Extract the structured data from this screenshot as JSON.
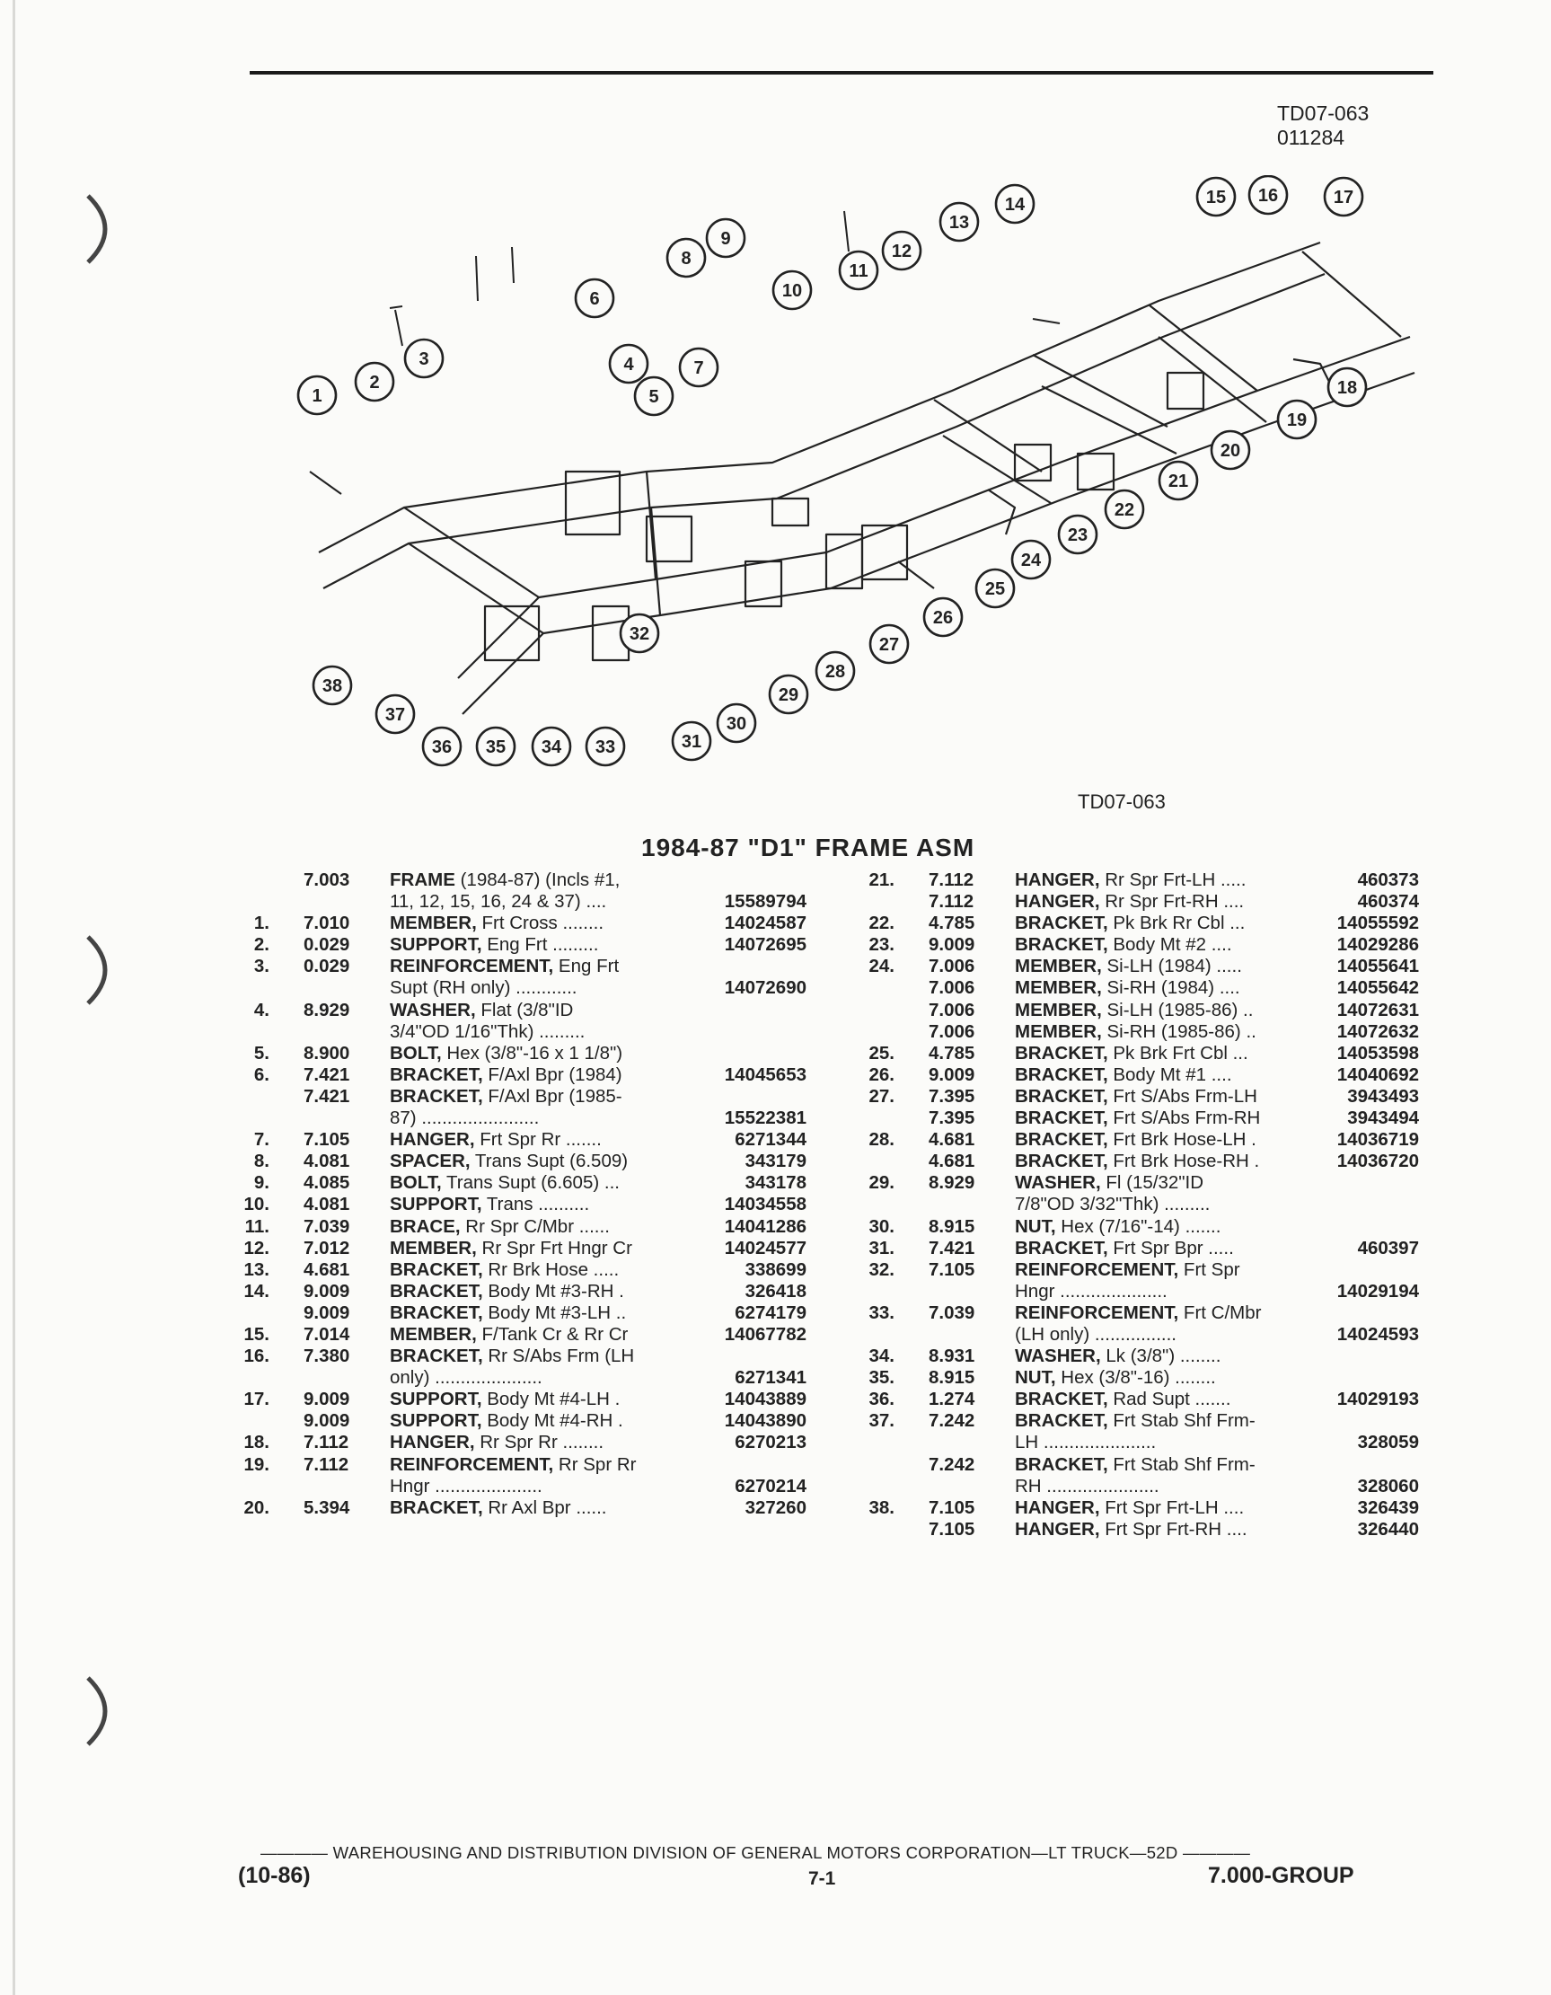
{
  "header": {
    "code": "TD07-063",
    "date": "011284",
    "figure_code": "TD07-063"
  },
  "title": "1984-87 \"D1\" FRAME ASM",
  "callouts": [
    "1",
    "2",
    "3",
    "4",
    "5",
    "6",
    "7",
    "8",
    "9",
    "10",
    "11",
    "12",
    "13",
    "14",
    "15",
    "16",
    "17",
    "18",
    "19",
    "20",
    "21",
    "22",
    "23",
    "24",
    "25",
    "26",
    "27",
    "28",
    "29",
    "30",
    "31",
    "32",
    "33",
    "34",
    "35",
    "36",
    "37",
    "38"
  ],
  "left_rows": [
    {
      "n": "",
      "g": "7.003",
      "name": "FRAME",
      "rest": " (1984-87) (Incls #1,",
      "p": ""
    },
    {
      "n": "",
      "g": "",
      "name": "",
      "rest": "11, 12, 15, 16, 24 & 37) ....",
      "p": "15589794"
    },
    {
      "n": "1.",
      "g": "7.010",
      "name": "MEMBER,",
      "rest": " Frt Cross ........",
      "p": "14024587"
    },
    {
      "n": "2.",
      "g": "0.029",
      "name": "SUPPORT,",
      "rest": " Eng Frt .........",
      "p": "14072695"
    },
    {
      "n": "3.",
      "g": "0.029",
      "name": "REINFORCEMENT,",
      "rest": " Eng Frt",
      "p": ""
    },
    {
      "n": "",
      "g": "",
      "name": "",
      "rest": "Supt (RH only) ............",
      "p": "14072690"
    },
    {
      "n": "4.",
      "g": "8.929",
      "name": "WASHER,",
      "rest": " Flat (3/8\"ID",
      "p": ""
    },
    {
      "n": "",
      "g": "",
      "name": "",
      "rest": "3/4\"OD 1/16\"Thk) .........",
      "p": ""
    },
    {
      "n": "5.",
      "g": "8.900",
      "name": "BOLT,",
      "rest": " Hex (3/8\"-16 x 1 1/8\")",
      "p": ""
    },
    {
      "n": "6.",
      "g": "7.421",
      "name": "BRACKET,",
      "rest": " F/Axl Bpr (1984)",
      "p": "14045653"
    },
    {
      "n": "",
      "g": "7.421",
      "name": "BRACKET,",
      "rest": " F/Axl Bpr (1985-",
      "p": ""
    },
    {
      "n": "",
      "g": "",
      "name": "",
      "rest": "87) .......................",
      "p": "15522381"
    },
    {
      "n": "7.",
      "g": "7.105",
      "name": "HANGER,",
      "rest": " Frt Spr Rr .......",
      "p": "6271344"
    },
    {
      "n": "8.",
      "g": "4.081",
      "name": "SPACER,",
      "rest": " Trans Supt (6.509)",
      "p": "343179"
    },
    {
      "n": "9.",
      "g": "4.085",
      "name": "BOLT,",
      "rest": " Trans Supt (6.605) ...",
      "p": "343178"
    },
    {
      "n": "10.",
      "g": "4.081",
      "name": "SUPPORT,",
      "rest": " Trans ..........",
      "p": "14034558"
    },
    {
      "n": "11.",
      "g": "7.039",
      "name": "BRACE,",
      "rest": " Rr Spr C/Mbr ......",
      "p": "14041286"
    },
    {
      "n": "12.",
      "g": "7.012",
      "name": "MEMBER,",
      "rest": " Rr Spr Frt Hngr Cr",
      "p": "14024577"
    },
    {
      "n": "13.",
      "g": "4.681",
      "name": "BRACKET,",
      "rest": " Rr Brk Hose .....",
      "p": "338699"
    },
    {
      "n": "14.",
      "g": "9.009",
      "name": "BRACKET,",
      "rest": " Body Mt #3-RH .",
      "p": "326418"
    },
    {
      "n": "",
      "g": "9.009",
      "name": "BRACKET,",
      "rest": " Body Mt #3-LH ..",
      "p": "6274179"
    },
    {
      "n": "15.",
      "g": "7.014",
      "name": "MEMBER,",
      "rest": " F/Tank Cr & Rr Cr",
      "p": "14067782"
    },
    {
      "n": "16.",
      "g": "7.380",
      "name": "BRACKET,",
      "rest": " Rr S/Abs Frm (LH",
      "p": ""
    },
    {
      "n": "",
      "g": "",
      "name": "",
      "rest": "only) .....................",
      "p": "6271341"
    },
    {
      "n": "17.",
      "g": "9.009",
      "name": "SUPPORT,",
      "rest": " Body Mt #4-LH .",
      "p": "14043889"
    },
    {
      "n": "",
      "g": "9.009",
      "name": "SUPPORT,",
      "rest": " Body Mt #4-RH .",
      "p": "14043890"
    },
    {
      "n": "18.",
      "g": "7.112",
      "name": "HANGER,",
      "rest": " Rr Spr Rr ........",
      "p": "6270213"
    },
    {
      "n": "19.",
      "g": "7.112",
      "name": "REINFORCEMENT,",
      "rest": " Rr Spr Rr",
      "p": ""
    },
    {
      "n": "",
      "g": "",
      "name": "",
      "rest": "Hngr .....................",
      "p": "6270214"
    },
    {
      "n": "20.",
      "g": "5.394",
      "name": "BRACKET,",
      "rest": " Rr Axl Bpr ......",
      "p": "327260"
    }
  ],
  "right_rows": [
    {
      "n": "21.",
      "g": "7.112",
      "name": "HANGER,",
      "rest": " Rr Spr Frt-LH .....",
      "p": "460373"
    },
    {
      "n": "",
      "g": "7.112",
      "name": "HANGER,",
      "rest": " Rr Spr Frt-RH ....",
      "p": "460374"
    },
    {
      "n": "22.",
      "g": "4.785",
      "name": "BRACKET,",
      "rest": " Pk Brk Rr Cbl ...",
      "p": "14055592"
    },
    {
      "n": "23.",
      "g": "9.009",
      "name": "BRACKET,",
      "rest": " Body Mt #2 ....",
      "p": "14029286"
    },
    {
      "n": "24.",
      "g": "7.006",
      "name": "MEMBER,",
      "rest": " Si-LH (1984) .....",
      "p": "14055641"
    },
    {
      "n": "",
      "g": "7.006",
      "name": "MEMBER,",
      "rest": " Si-RH (1984) ....",
      "p": "14055642"
    },
    {
      "n": "",
      "g": "7.006",
      "name": "MEMBER,",
      "rest": " Si-LH (1985-86) ..",
      "p": "14072631"
    },
    {
      "n": "",
      "g": "7.006",
      "name": "MEMBER,",
      "rest": " Si-RH (1985-86) ..",
      "p": "14072632"
    },
    {
      "n": "25.",
      "g": "4.785",
      "name": "BRACKET,",
      "rest": " Pk Brk Frt Cbl ...",
      "p": "14053598"
    },
    {
      "n": "26.",
      "g": "9.009",
      "name": "BRACKET,",
      "rest": " Body Mt #1 ....",
      "p": "14040692"
    },
    {
      "n": "27.",
      "g": "7.395",
      "name": "BRACKET,",
      "rest": " Frt S/Abs Frm-LH",
      "p": "3943493"
    },
    {
      "n": "",
      "g": "7.395",
      "name": "BRACKET,",
      "rest": " Frt S/Abs Frm-RH",
      "p": "3943494"
    },
    {
      "n": "28.",
      "g": "4.681",
      "name": "BRACKET,",
      "rest": " Frt Brk Hose-LH .",
      "p": "14036719"
    },
    {
      "n": "",
      "g": "4.681",
      "name": "BRACKET,",
      "rest": " Frt Brk Hose-RH .",
      "p": "14036720"
    },
    {
      "n": "29.",
      "g": "8.929",
      "name": "WASHER,",
      "rest": " Fl (15/32\"ID",
      "p": ""
    },
    {
      "n": "",
      "g": "",
      "name": "",
      "rest": "7/8\"OD 3/32\"Thk) .........",
      "p": ""
    },
    {
      "n": "30.",
      "g": "8.915",
      "name": "NUT,",
      "rest": " Hex (7/16\"-14) .......",
      "p": ""
    },
    {
      "n": "31.",
      "g": "7.421",
      "name": "BRACKET,",
      "rest": " Frt Spr Bpr .....",
      "p": "460397"
    },
    {
      "n": "32.",
      "g": "7.105",
      "name": "REINFORCEMENT,",
      "rest": " Frt Spr",
      "p": ""
    },
    {
      "n": "",
      "g": "",
      "name": "",
      "rest": "Hngr .....................",
      "p": "14029194"
    },
    {
      "n": "33.",
      "g": "7.039",
      "name": "REINFORCEMENT,",
      "rest": " Frt C/Mbr",
      "p": ""
    },
    {
      "n": "",
      "g": "",
      "name": "",
      "rest": "(LH only) ................",
      "p": "14024593"
    },
    {
      "n": "34.",
      "g": "8.931",
      "name": "WASHER,",
      "rest": " Lk (3/8\") ........",
      "p": ""
    },
    {
      "n": "35.",
      "g": "8.915",
      "name": "NUT,",
      "rest": " Hex (3/8\"-16) ........",
      "p": ""
    },
    {
      "n": "36.",
      "g": "1.274",
      "name": "BRACKET,",
      "rest": " Rad Supt .......",
      "p": "14029193"
    },
    {
      "n": "37.",
      "g": "7.242",
      "name": "BRACKET,",
      "rest": " Frt Stab Shf Frm-",
      "p": ""
    },
    {
      "n": "",
      "g": "",
      "name": "",
      "rest": "LH ......................",
      "p": "328059"
    },
    {
      "n": "",
      "g": "7.242",
      "name": "BRACKET,",
      "rest": " Frt Stab Shf Frm-",
      "p": ""
    },
    {
      "n": "",
      "g": "",
      "name": "",
      "rest": "RH ......................",
      "p": "328060"
    },
    {
      "n": "38.",
      "g": "7.105",
      "name": "HANGER,",
      "rest": " Frt Spr Frt-LH ....",
      "p": "326439"
    },
    {
      "n": "",
      "g": "7.105",
      "name": "HANGER,",
      "rest": " Frt Spr Frt-RH ....",
      "p": "326440"
    }
  ],
  "footer": {
    "line": "———— WAREHOUSING AND DISTRIBUTION DIVISION OF GENERAL MOTORS CORPORATION—LT TRUCK—52D ————",
    "revision": "(10-86)",
    "page": "7-1",
    "group": "7.000-GROUP"
  }
}
